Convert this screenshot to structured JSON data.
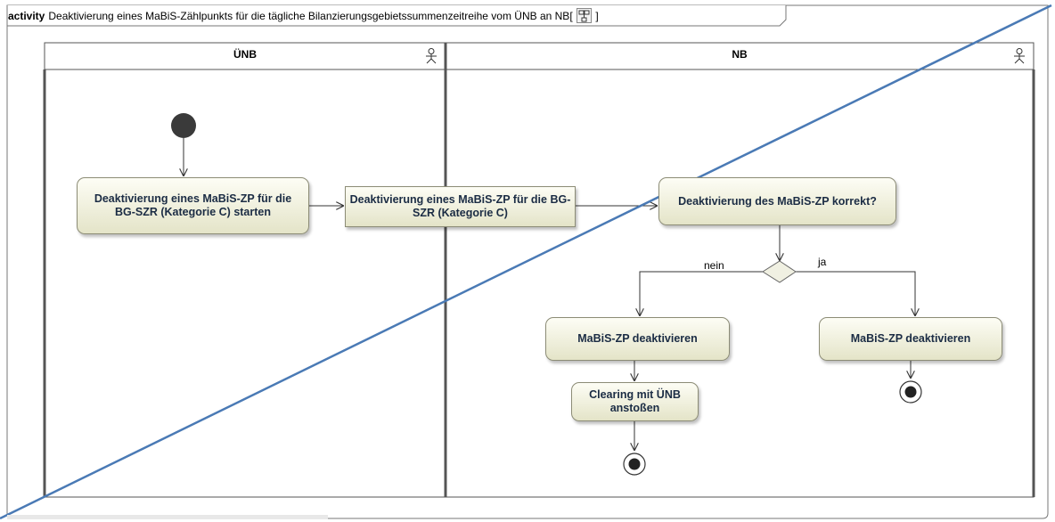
{
  "frame": {
    "kind": "activity",
    "title": "Deaktivierung eines MaBiS-Zählpunkts für die tägliche Bilanzierungsgebietssummenzeitreihe vom ÜNB an NB",
    "bracket_open": "[",
    "bracket_close": "]"
  },
  "lanes": [
    {
      "name": "ÜNB"
    },
    {
      "name": "NB"
    }
  ],
  "actions": {
    "start_deactivation": "Deaktivierung eines MaBiS-ZP für die BG-SZR (Kategorie C) starten",
    "object_flow": "Deaktivierung eines MaBiS-ZP für die BG-SZR (Kategorie C)",
    "check_correct": "Deaktivierung des MaBiS-ZP korrekt?",
    "deactivate_left": "MaBiS-ZP deaktivieren",
    "deactivate_right": "MaBiS-ZP deaktivieren",
    "clearing": "Clearing mit ÜNB anstoßen"
  },
  "guards": {
    "no": "nein",
    "yes": "ja"
  },
  "colors": {
    "node_fill_top": "#fdfdf5",
    "node_fill_bottom": "#e4e4c8",
    "text": "#1b2c44",
    "overlay_line": "#4a7ab5"
  }
}
